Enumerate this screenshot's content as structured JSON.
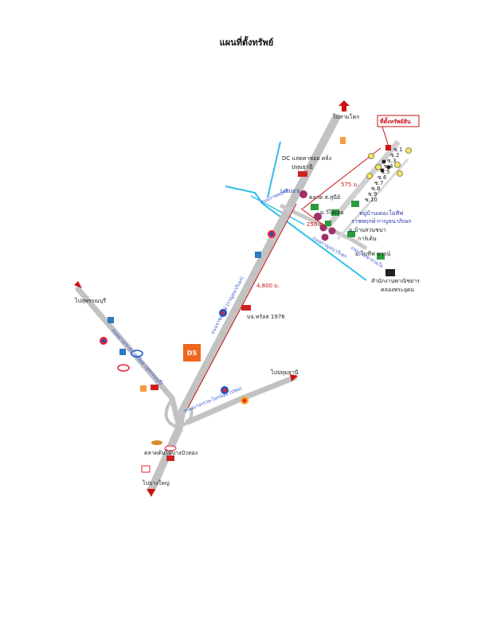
{
  "title": "แผนที่ตั้งทรัพย์",
  "labels": {
    "to_north": "ไปสามโคก",
    "to_suphan": "ไปสุพรรณบุรี",
    "to_pathum": "ไปปทุมธานี",
    "to_bangyai": "ไปบางใหญ่",
    "property": "ที่ตั้งทรัพย์สิน",
    "dc": "DC แสตคาซอย ตลิ่ง",
    "dc2": "ปทุมธานี",
    "lotus": "Lotus's",
    "market_s": "ตลาด ส.สุนีย์",
    "wilai": "ม.วิไลเลย",
    "village1": "หมู่บ้านเดอะโมทีฟ",
    "village1b": "ราชพฤกษ์-กาญจนาภิเษก",
    "ban_suan": "ม.บ้านสวนชนา",
    "garden": "การ์เด้น",
    "motif": "ม.โมทีฟ ทาวน์",
    "office": "สำนักงานพาณิชยาร",
    "office2": "คลองพระอุดม",
    "dist_575": "575 ม.",
    "dist_250": "250 ม.",
    "dist_4800": "4,800 ม.",
    "land_1976": "บจ.ทรัลส 1976",
    "market_flower": "ตลาดต้นไม้บางบัวทอง",
    "road_main": "ถนนราชพฤกษ์ (กาญจนาภิเษก)",
    "road_suphan": "ถนนบางกรวย-ไทรน้อย (สุพรรณบุรี)",
    "road_bangbuathong": "ถนนบางกรวย-ไทรน้อย (ปทุม)",
    "road_side": "ถนนราชพฤกษ์",
    "road_side2": "ถนนกาญจนาภิเษก",
    "road_lane": "ถนนประชาร่วมใจ",
    "poi_logo": "DS",
    "soi_labels": [
      "ซ.1",
      "ซ.2",
      "ซ.3",
      "ซ.4",
      "ซ.5",
      "ซ.6",
      "ซ.7",
      "ซ.8",
      "ซ.9",
      "ซ.10"
    ]
  },
  "colors": {
    "road": "#bdbdbd",
    "water": "#33bde8",
    "accent_red": "#cc1111",
    "blue_text": "#2233aa"
  },
  "icons": [
    "arrow-up-icon",
    "fuel-station-icon",
    "market-icon",
    "building-icon",
    "school-icon",
    "shop-icon"
  ]
}
